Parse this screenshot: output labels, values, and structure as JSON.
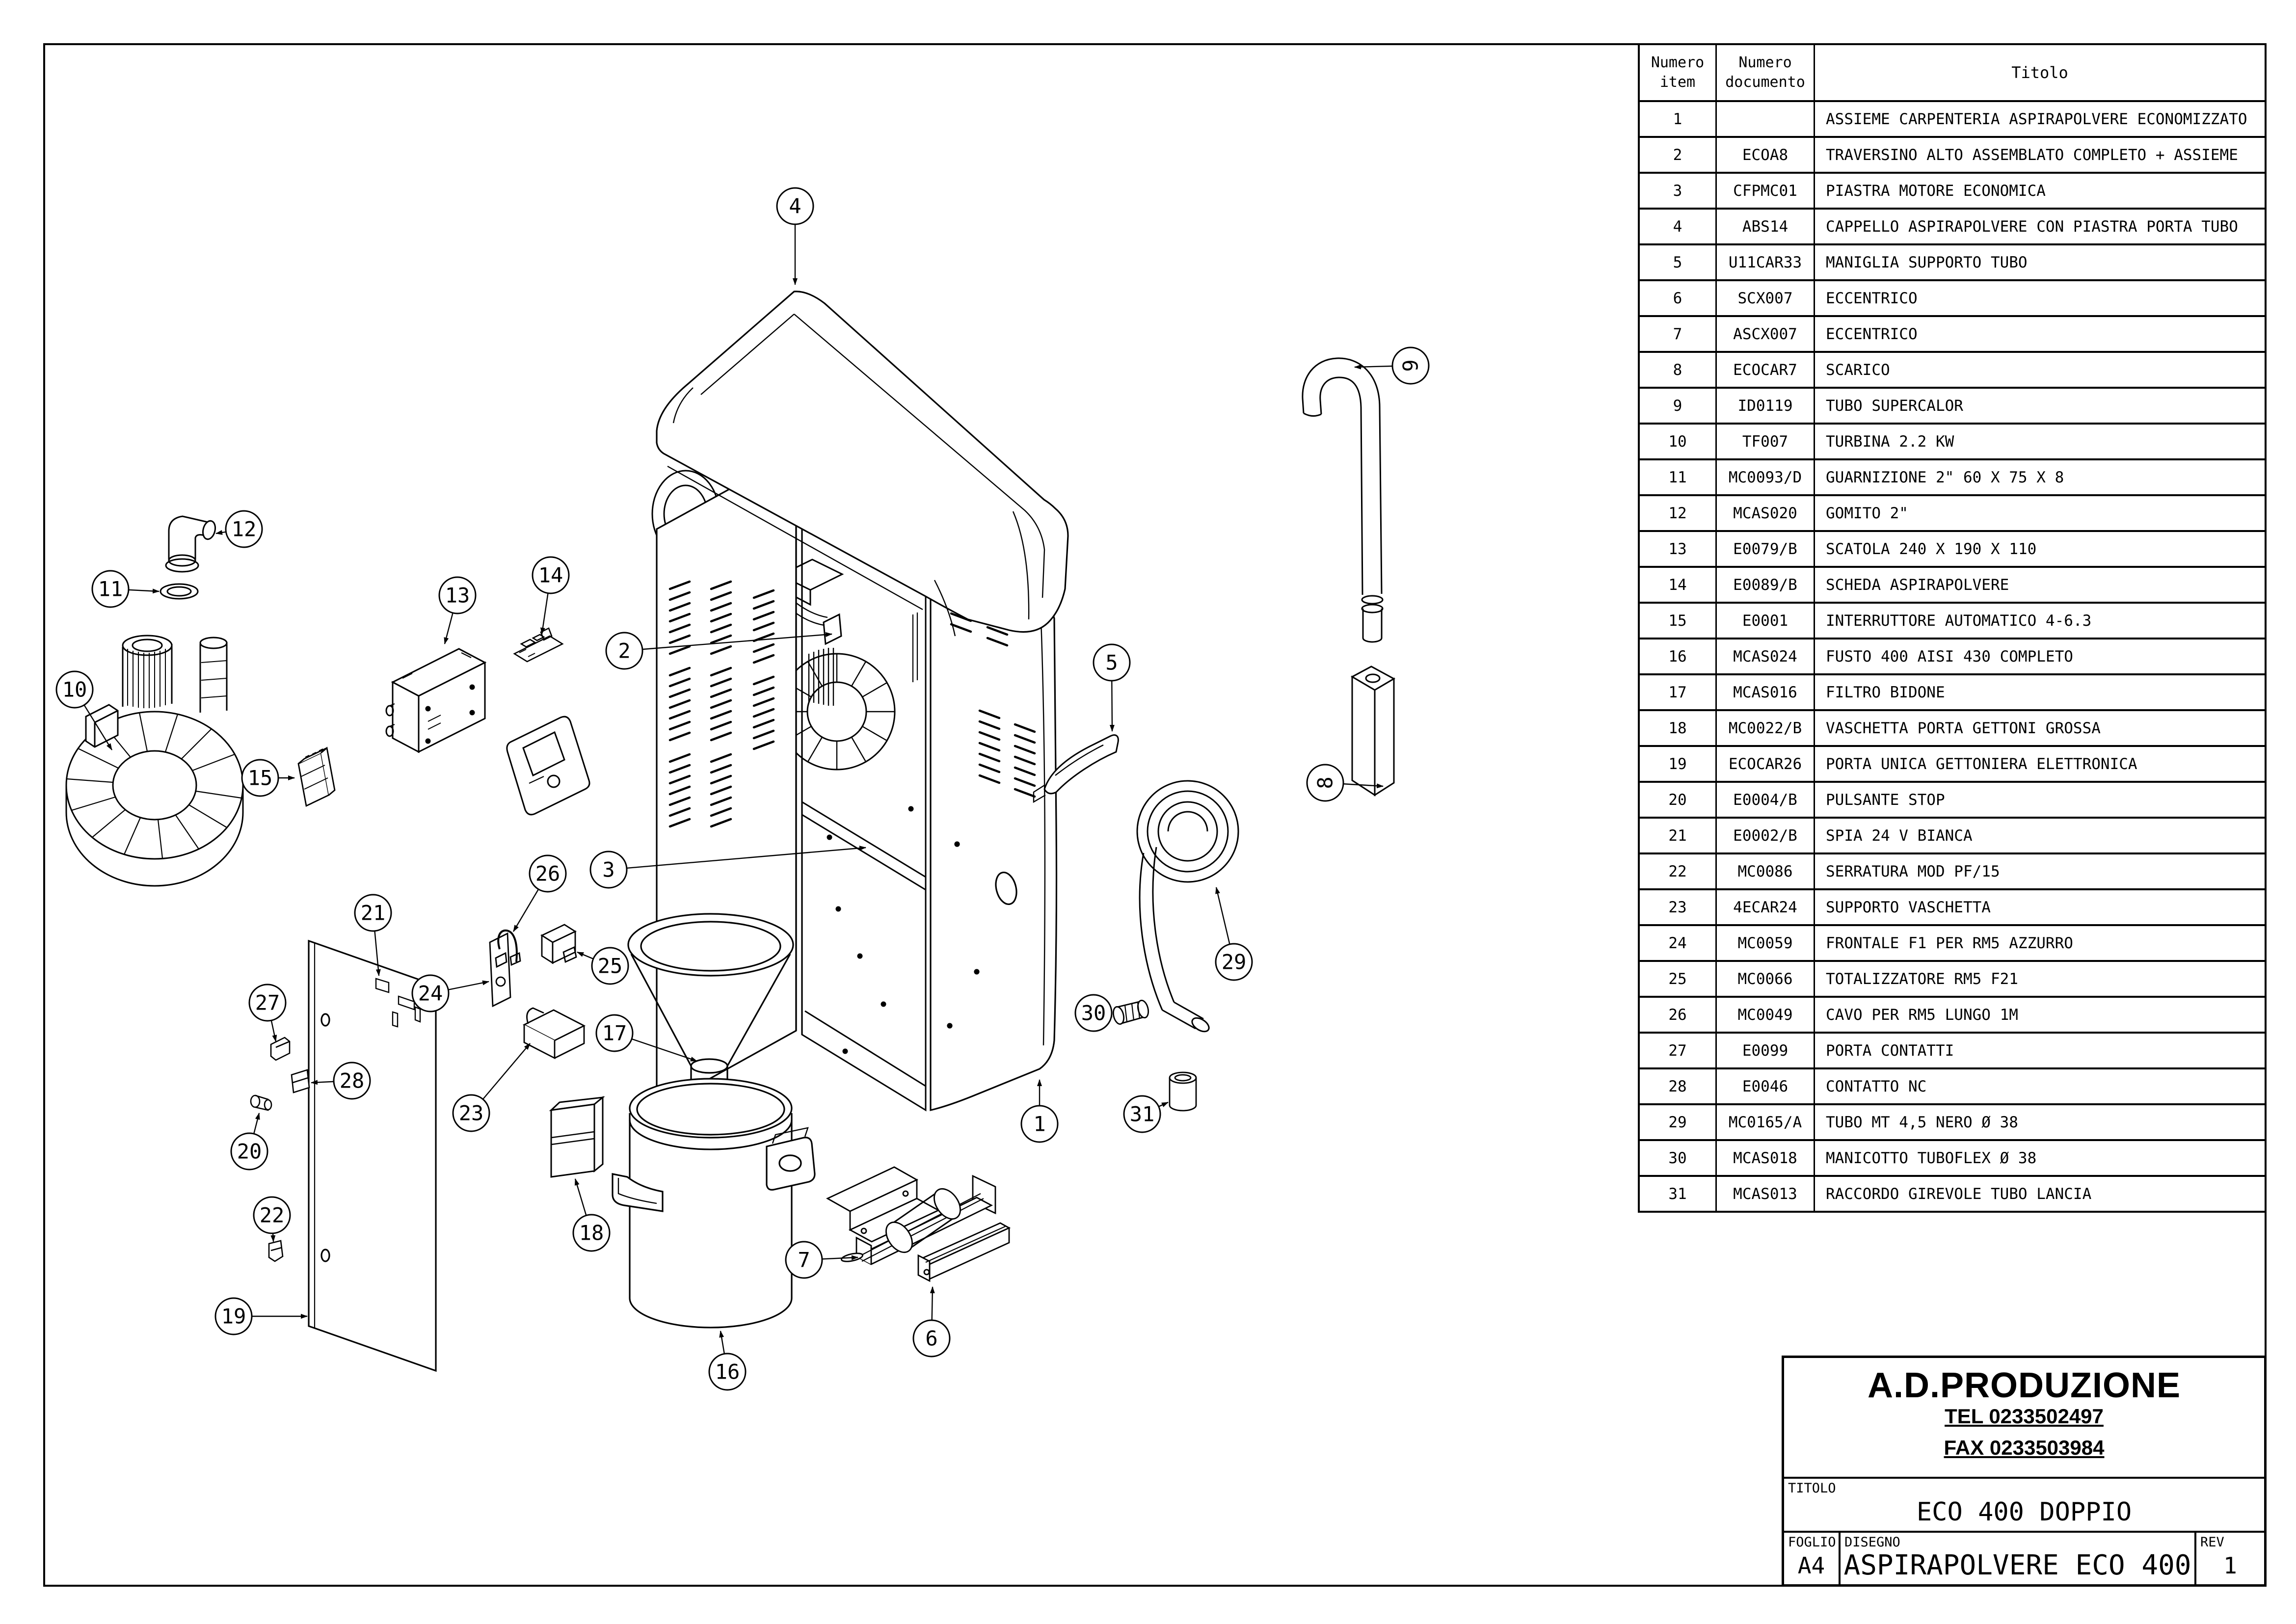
{
  "style": {
    "ink": "#000000",
    "paper": "#ffffff"
  },
  "bom": {
    "headers": {
      "item": "Numero item",
      "documento": "Numero documento",
      "titolo": "Titolo"
    },
    "rows": [
      {
        "n": "1",
        "doc": "",
        "title": "ASSIEME CARPENTERIA ASPIRAPOLVERE ECONOMIZZATO"
      },
      {
        "n": "2",
        "doc": "ECOA8",
        "title": "TRAVERSINO ALTO ASSEMBLATO COMPLETO + ASSIEME"
      },
      {
        "n": "3",
        "doc": "CFPMC01",
        "title": "PIASTRA MOTORE ECONOMICA"
      },
      {
        "n": "4",
        "doc": "ABS14",
        "title": "CAPPELLO ASPIRAPOLVERE CON PIASTRA PORTA TUBO"
      },
      {
        "n": "5",
        "doc": "U11CAR33",
        "title": "MANIGLIA SUPPORTO TUBO"
      },
      {
        "n": "6",
        "doc": "SCX007",
        "title": "ECCENTRICO"
      },
      {
        "n": "7",
        "doc": "ASCX007",
        "title": "ECCENTRICO"
      },
      {
        "n": "8",
        "doc": "ECOCAR7",
        "title": "SCARICO"
      },
      {
        "n": "9",
        "doc": "ID0119",
        "title": "TUBO SUPERCALOR"
      },
      {
        "n": "10",
        "doc": "TF007",
        "title": "TURBINA 2.2 KW"
      },
      {
        "n": "11",
        "doc": "MC0093/D",
        "title": "GUARNIZIONE 2\" 60 X 75 X 8"
      },
      {
        "n": "12",
        "doc": "MCAS020",
        "title": "GOMITO 2\""
      },
      {
        "n": "13",
        "doc": "E0079/B",
        "title": "SCATOLA 240 X 190 X 110"
      },
      {
        "n": "14",
        "doc": "E0089/B",
        "title": "SCHEDA ASPIRAPOLVERE"
      },
      {
        "n": "15",
        "doc": "E0001",
        "title": "INTERRUTTORE AUTOMATICO 4-6.3"
      },
      {
        "n": "16",
        "doc": "MCAS024",
        "title": "FUSTO 400 AISI 430 COMPLETO"
      },
      {
        "n": "17",
        "doc": "MCAS016",
        "title": "FILTRO BIDONE"
      },
      {
        "n": "18",
        "doc": "MC0022/B",
        "title": "VASCHETTA PORTA GETTONI GROSSA"
      },
      {
        "n": "19",
        "doc": "ECOCAR26",
        "title": "PORTA UNICA GETTONIERA ELETTRONICA"
      },
      {
        "n": "20",
        "doc": "E0004/B",
        "title": "PULSANTE STOP"
      },
      {
        "n": "21",
        "doc": "E0002/B",
        "title": "SPIA 24 V BIANCA"
      },
      {
        "n": "22",
        "doc": "MC0086",
        "title": "SERRATURA MOD PF/15"
      },
      {
        "n": "23",
        "doc": "4ECAR24",
        "title": "SUPPORTO VASCHETTA"
      },
      {
        "n": "24",
        "doc": "MC0059",
        "title": "FRONTALE F1 PER RM5 AZZURRO"
      },
      {
        "n": "25",
        "doc": "MC0066",
        "title": "TOTALIZZATORE RM5 F21"
      },
      {
        "n": "26",
        "doc": "MC0049",
        "title": "CAVO PER RM5 LUNGO 1M"
      },
      {
        "n": "27",
        "doc": "E0099",
        "title": "PORTA CONTATTI"
      },
      {
        "n": "28",
        "doc": "E0046",
        "title": "CONTATTO NC"
      },
      {
        "n": "29",
        "doc": "MC0165/A",
        "title": "TUBO MT 4,5 NERO Ø 38"
      },
      {
        "n": "30",
        "doc": "MCAS018",
        "title": "MANICOTTO TUBOFLEX Ø 38"
      },
      {
        "n": "31",
        "doc": "MCAS013",
        "title": "RACCORDO GIREVOLE TUBO LANCIA"
      }
    ]
  },
  "title_block": {
    "company": "A.D.PRODUZIONE",
    "tel": "TEL 0233502497",
    "fax": "FAX 0233503984",
    "titolo_label": "TITOLO",
    "titolo": "ECO 400 DOPPIO",
    "foglio_label": "FOGLIO",
    "foglio": "A4",
    "disegno_label": "DISEGNO",
    "disegno": "ASPIRAPOLVERE ECO 400",
    "rev_label": "REV",
    "rev": "1"
  },
  "diagram": {
    "balloons": [
      "1",
      "2",
      "3",
      "4",
      "5",
      "6",
      "7",
      "8",
      "9",
      "10",
      "11",
      "12",
      "13",
      "14",
      "15",
      "16",
      "17",
      "18",
      "19",
      "20",
      "21",
      "22",
      "23",
      "24",
      "25",
      "26",
      "27",
      "28",
      "29",
      "30",
      "31"
    ]
  }
}
